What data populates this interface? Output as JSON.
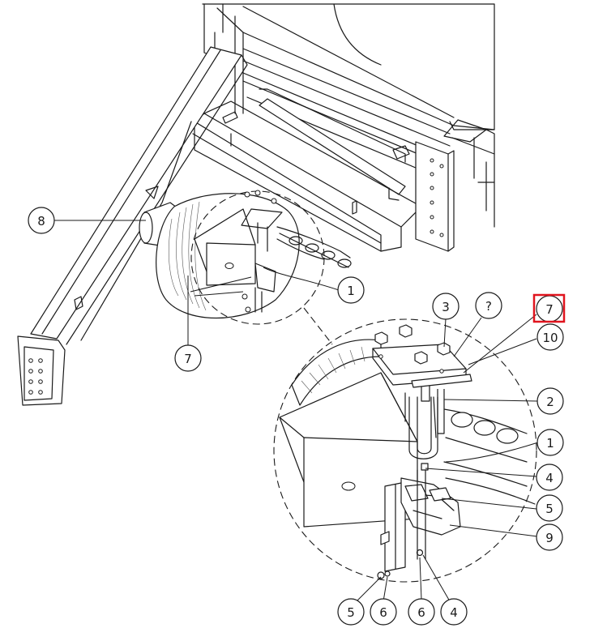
{
  "callouts": [
    {
      "id": "c-8",
      "label": "8"
    },
    {
      "id": "c-1-upper",
      "label": "1"
    },
    {
      "id": "c-7-lower",
      "label": "7"
    },
    {
      "id": "c-3",
      "label": "3"
    },
    {
      "id": "c-q",
      "label": "?"
    },
    {
      "id": "c-7-highlight",
      "label": "7"
    },
    {
      "id": "c-10",
      "label": "10"
    },
    {
      "id": "c-2",
      "label": "2"
    },
    {
      "id": "c-1-detail",
      "label": "1"
    },
    {
      "id": "c-4-right",
      "label": "4"
    },
    {
      "id": "c-5-right",
      "label": "5"
    },
    {
      "id": "c-9",
      "label": "9"
    },
    {
      "id": "c-5-bottom",
      "label": "5"
    },
    {
      "id": "c-6-a",
      "label": "6"
    },
    {
      "id": "c-6-b",
      "label": "6"
    },
    {
      "id": "c-4-bottom",
      "label": "4"
    }
  ],
  "highlight": {
    "color": "#e0141e",
    "target": "c-7-highlight"
  }
}
